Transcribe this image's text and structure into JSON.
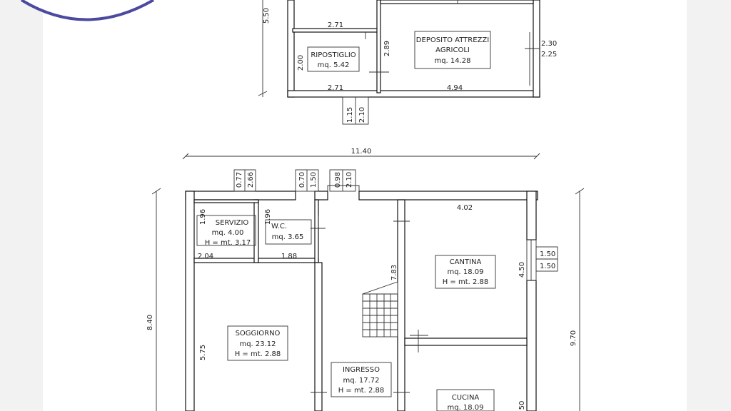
{
  "upper": {
    "dim_height": "5.50",
    "dim_top_left": "2.71",
    "dim_ripostiglio_h": "2.00",
    "dim_door_289": "2.89",
    "ripostiglio": {
      "name": "RIPOSTIGLIO",
      "area": "mq. 5.42"
    },
    "deposito": {
      "name_1": "DEPOSITO ATTREZZI",
      "name_2": "AGRICOLI",
      "area": "mq. 14.28"
    },
    "dim_230": "2.30",
    "dim_225": "2.25",
    "dim_bottom_left": "2.71",
    "dim_bottom_right": "4.94",
    "dim_115": "1.15",
    "dim_210": "2.10"
  },
  "lower": {
    "dim_overall_width": "11.40",
    "dim_left_height": "8.40",
    "dim_right_height": "9.70",
    "dim_077": "0.77",
    "dim_266": "2.66",
    "dim_070": "0.70",
    "dim_150": "1.50",
    "dim_098": "0.98",
    "dim_210": "2.10",
    "servizio": {
      "name": "SERVIZIO",
      "area": "mq. 4.00",
      "height": "H = mt. 3.17",
      "dim_h": "1.96",
      "dim_w": "2.04"
    },
    "wc": {
      "name": "W.C.",
      "area": "mq. 3.65",
      "dim_h": "1.96",
      "dim_w": "1.88"
    },
    "cantina": {
      "name": "CANTINA",
      "area": "mq. 18.09",
      "height": "H = mt. 2.88",
      "dim_w": "4.02",
      "dim_h": "4.50",
      "win_1": "1.50",
      "win_2": "1.50"
    },
    "soggiorno": {
      "name": "SOGGIORNO",
      "area": "mq. 23.12",
      "height": "H = mt. 2.88",
      "dim_h": "5.75"
    },
    "ingresso": {
      "name": "INGRESSO",
      "area": "mq. 17.72",
      "height": "H = mt. 2.88",
      "dim_len": "7.83"
    },
    "cucina": {
      "name": "CUCINA",
      "area": "mq. 18.09",
      "dim_partial": "50"
    }
  }
}
